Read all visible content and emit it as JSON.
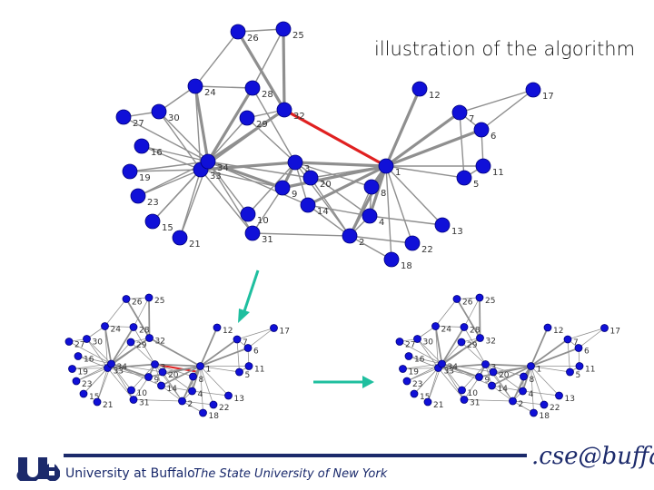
{
  "title": "illustration of the algorithm",
  "footer": {
    "university": "University at Buffalo",
    "subtitle": "The State University of New York",
    "logo_left": "UB",
    "logo_right": ".cse@buffalo"
  },
  "colors": {
    "node": "#1010d8",
    "edge": "#8f8f8f",
    "highlight": "#e02020",
    "arrow": "#1fbf9f",
    "brand": "#1c2a6b"
  },
  "graph": {
    "nodes": [
      {
        "id": "1",
        "label": "1"
      },
      {
        "id": "2",
        "label": "2"
      },
      {
        "id": "3",
        "label": "3"
      },
      {
        "id": "4",
        "label": "4"
      },
      {
        "id": "5",
        "label": "5"
      },
      {
        "id": "6",
        "label": "6"
      },
      {
        "id": "7",
        "label": "7"
      },
      {
        "id": "8",
        "label": "8"
      },
      {
        "id": "9",
        "label": "9"
      },
      {
        "id": "10",
        "label": "10"
      },
      {
        "id": "11",
        "label": "11"
      },
      {
        "id": "12",
        "label": "12"
      },
      {
        "id": "13",
        "label": "13"
      },
      {
        "id": "14",
        "label": "14"
      },
      {
        "id": "15",
        "label": "15"
      },
      {
        "id": "16",
        "label": "16"
      },
      {
        "id": "17",
        "label": "17"
      },
      {
        "id": "18",
        "label": "18"
      },
      {
        "id": "19",
        "label": "19"
      },
      {
        "id": "20",
        "label": "20"
      },
      {
        "id": "21",
        "label": "21"
      },
      {
        "id": "22",
        "label": "22"
      },
      {
        "id": "23",
        "label": "23"
      },
      {
        "id": "24",
        "label": "24"
      },
      {
        "id": "25",
        "label": "25"
      },
      {
        "id": "26",
        "label": "26"
      },
      {
        "id": "27",
        "label": "27"
      },
      {
        "id": "28",
        "label": "28"
      },
      {
        "id": "29",
        "label": "29"
      },
      {
        "id": "30",
        "label": "30"
      },
      {
        "id": "31",
        "label": "31"
      },
      {
        "id": "32",
        "label": "32"
      },
      {
        "id": "33",
        "label": "33"
      },
      {
        "id": "34",
        "label": "34"
      }
    ],
    "edges": [
      [
        "1",
        "2"
      ],
      [
        "1",
        "3"
      ],
      [
        "1",
        "4"
      ],
      [
        "1",
        "5"
      ],
      [
        "1",
        "6"
      ],
      [
        "1",
        "7"
      ],
      [
        "1",
        "8"
      ],
      [
        "1",
        "9"
      ],
      [
        "1",
        "11"
      ],
      [
        "1",
        "12"
      ],
      [
        "1",
        "13"
      ],
      [
        "1",
        "14"
      ],
      [
        "1",
        "18"
      ],
      [
        "1",
        "20"
      ],
      [
        "1",
        "22"
      ],
      [
        "1",
        "32"
      ],
      [
        "2",
        "3"
      ],
      [
        "2",
        "4"
      ],
      [
        "2",
        "8"
      ],
      [
        "2",
        "14"
      ],
      [
        "2",
        "18"
      ],
      [
        "2",
        "20"
      ],
      [
        "2",
        "22"
      ],
      [
        "2",
        "31"
      ],
      [
        "3",
        "4"
      ],
      [
        "3",
        "8"
      ],
      [
        "3",
        "9"
      ],
      [
        "3",
        "10"
      ],
      [
        "3",
        "14"
      ],
      [
        "3",
        "28"
      ],
      [
        "3",
        "29"
      ],
      [
        "3",
        "33"
      ],
      [
        "4",
        "8"
      ],
      [
        "4",
        "13"
      ],
      [
        "4",
        "14"
      ],
      [
        "5",
        "7"
      ],
      [
        "5",
        "11"
      ],
      [
        "6",
        "7"
      ],
      [
        "6",
        "11"
      ],
      [
        "6",
        "17"
      ],
      [
        "7",
        "17"
      ],
      [
        "9",
        "31"
      ],
      [
        "9",
        "33"
      ],
      [
        "9",
        "34"
      ],
      [
        "10",
        "34"
      ],
      [
        "14",
        "34"
      ],
      [
        "15",
        "33"
      ],
      [
        "15",
        "34"
      ],
      [
        "16",
        "33"
      ],
      [
        "16",
        "34"
      ],
      [
        "19",
        "33"
      ],
      [
        "19",
        "34"
      ],
      [
        "20",
        "34"
      ],
      [
        "21",
        "33"
      ],
      [
        "21",
        "34"
      ],
      [
        "23",
        "33"
      ],
      [
        "23",
        "34"
      ],
      [
        "24",
        "26"
      ],
      [
        "24",
        "28"
      ],
      [
        "24",
        "30"
      ],
      [
        "24",
        "33"
      ],
      [
        "24",
        "34"
      ],
      [
        "25",
        "26"
      ],
      [
        "25",
        "28"
      ],
      [
        "25",
        "32"
      ],
      [
        "26",
        "32"
      ],
      [
        "27",
        "30"
      ],
      [
        "27",
        "34"
      ],
      [
        "28",
        "34"
      ],
      [
        "29",
        "32"
      ],
      [
        "29",
        "34"
      ],
      [
        "30",
        "33"
      ],
      [
        "30",
        "34"
      ],
      [
        "31",
        "33"
      ],
      [
        "31",
        "34"
      ],
      [
        "32",
        "33"
      ],
      [
        "32",
        "34"
      ],
      [
        "33",
        "34"
      ]
    ],
    "highlight_edge": [
      "1",
      "32"
    ],
    "removed_edges_step2": [
      [
        "1",
        "32"
      ]
    ],
    "highlight_edge_step3": [
      "3",
      "20"
    ],
    "removed_edges_step3": [
      [
        "1",
        "32"
      ],
      [
        "3",
        "20"
      ]
    ]
  }
}
